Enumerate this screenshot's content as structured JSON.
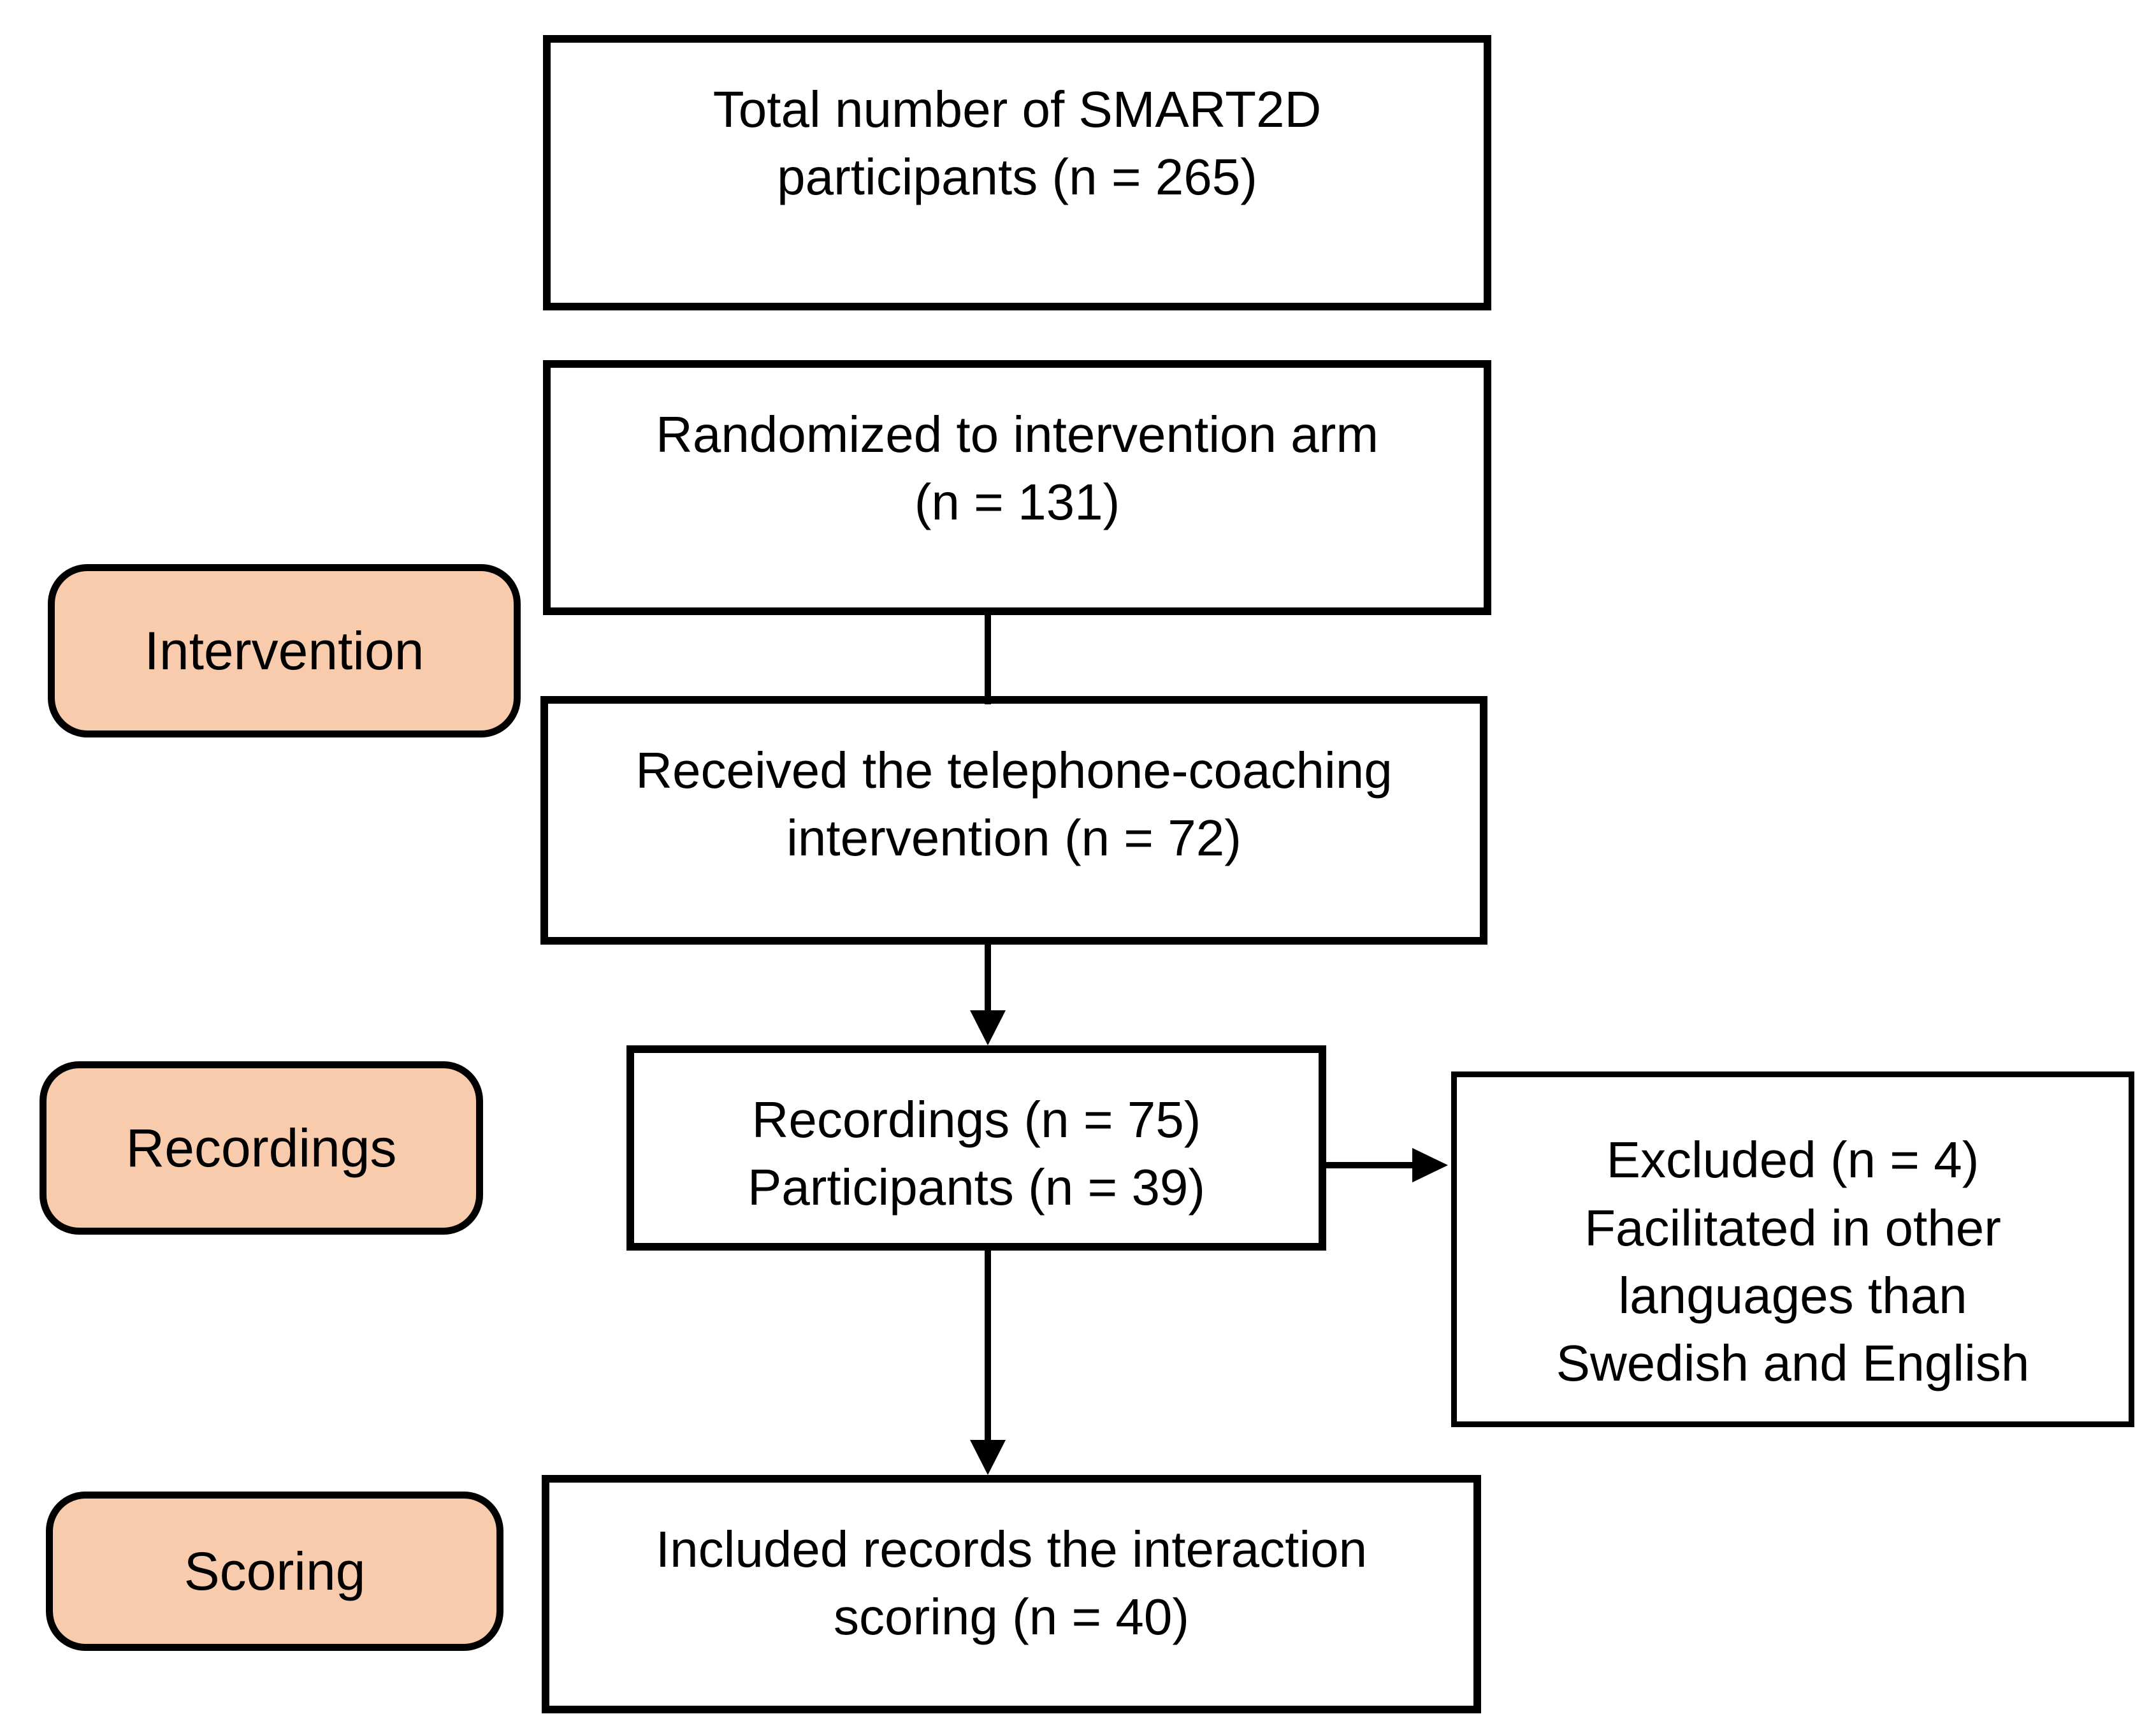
{
  "diagram": {
    "stages": [
      {
        "label": "Intervention"
      },
      {
        "label": "Recordings"
      },
      {
        "label": "Scoring"
      }
    ],
    "nodes": [
      {
        "id": "total",
        "text": "Total number of SMART2D\nparticipants (n = 265)"
      },
      {
        "id": "randomized",
        "text": "Randomized to intervention arm\n(n = 131)"
      },
      {
        "id": "received",
        "text": "Received the telephone-coaching\nintervention (n = 72)"
      },
      {
        "id": "recordings",
        "text": "Recordings (n = 75)\nParticipants (n = 39)"
      },
      {
        "id": "excluded",
        "text": "Excluded (n = 4)\nFacilitated in other\nlanguages than\nSwedish and English"
      },
      {
        "id": "included",
        "text": "Included records the interaction\nscoring (n = 40)"
      }
    ],
    "colors": {
      "stage_fill": "#F7CBAC",
      "line": "#000000",
      "node_fill": "#FFFFFF",
      "background": "#FFFFFF"
    }
  }
}
